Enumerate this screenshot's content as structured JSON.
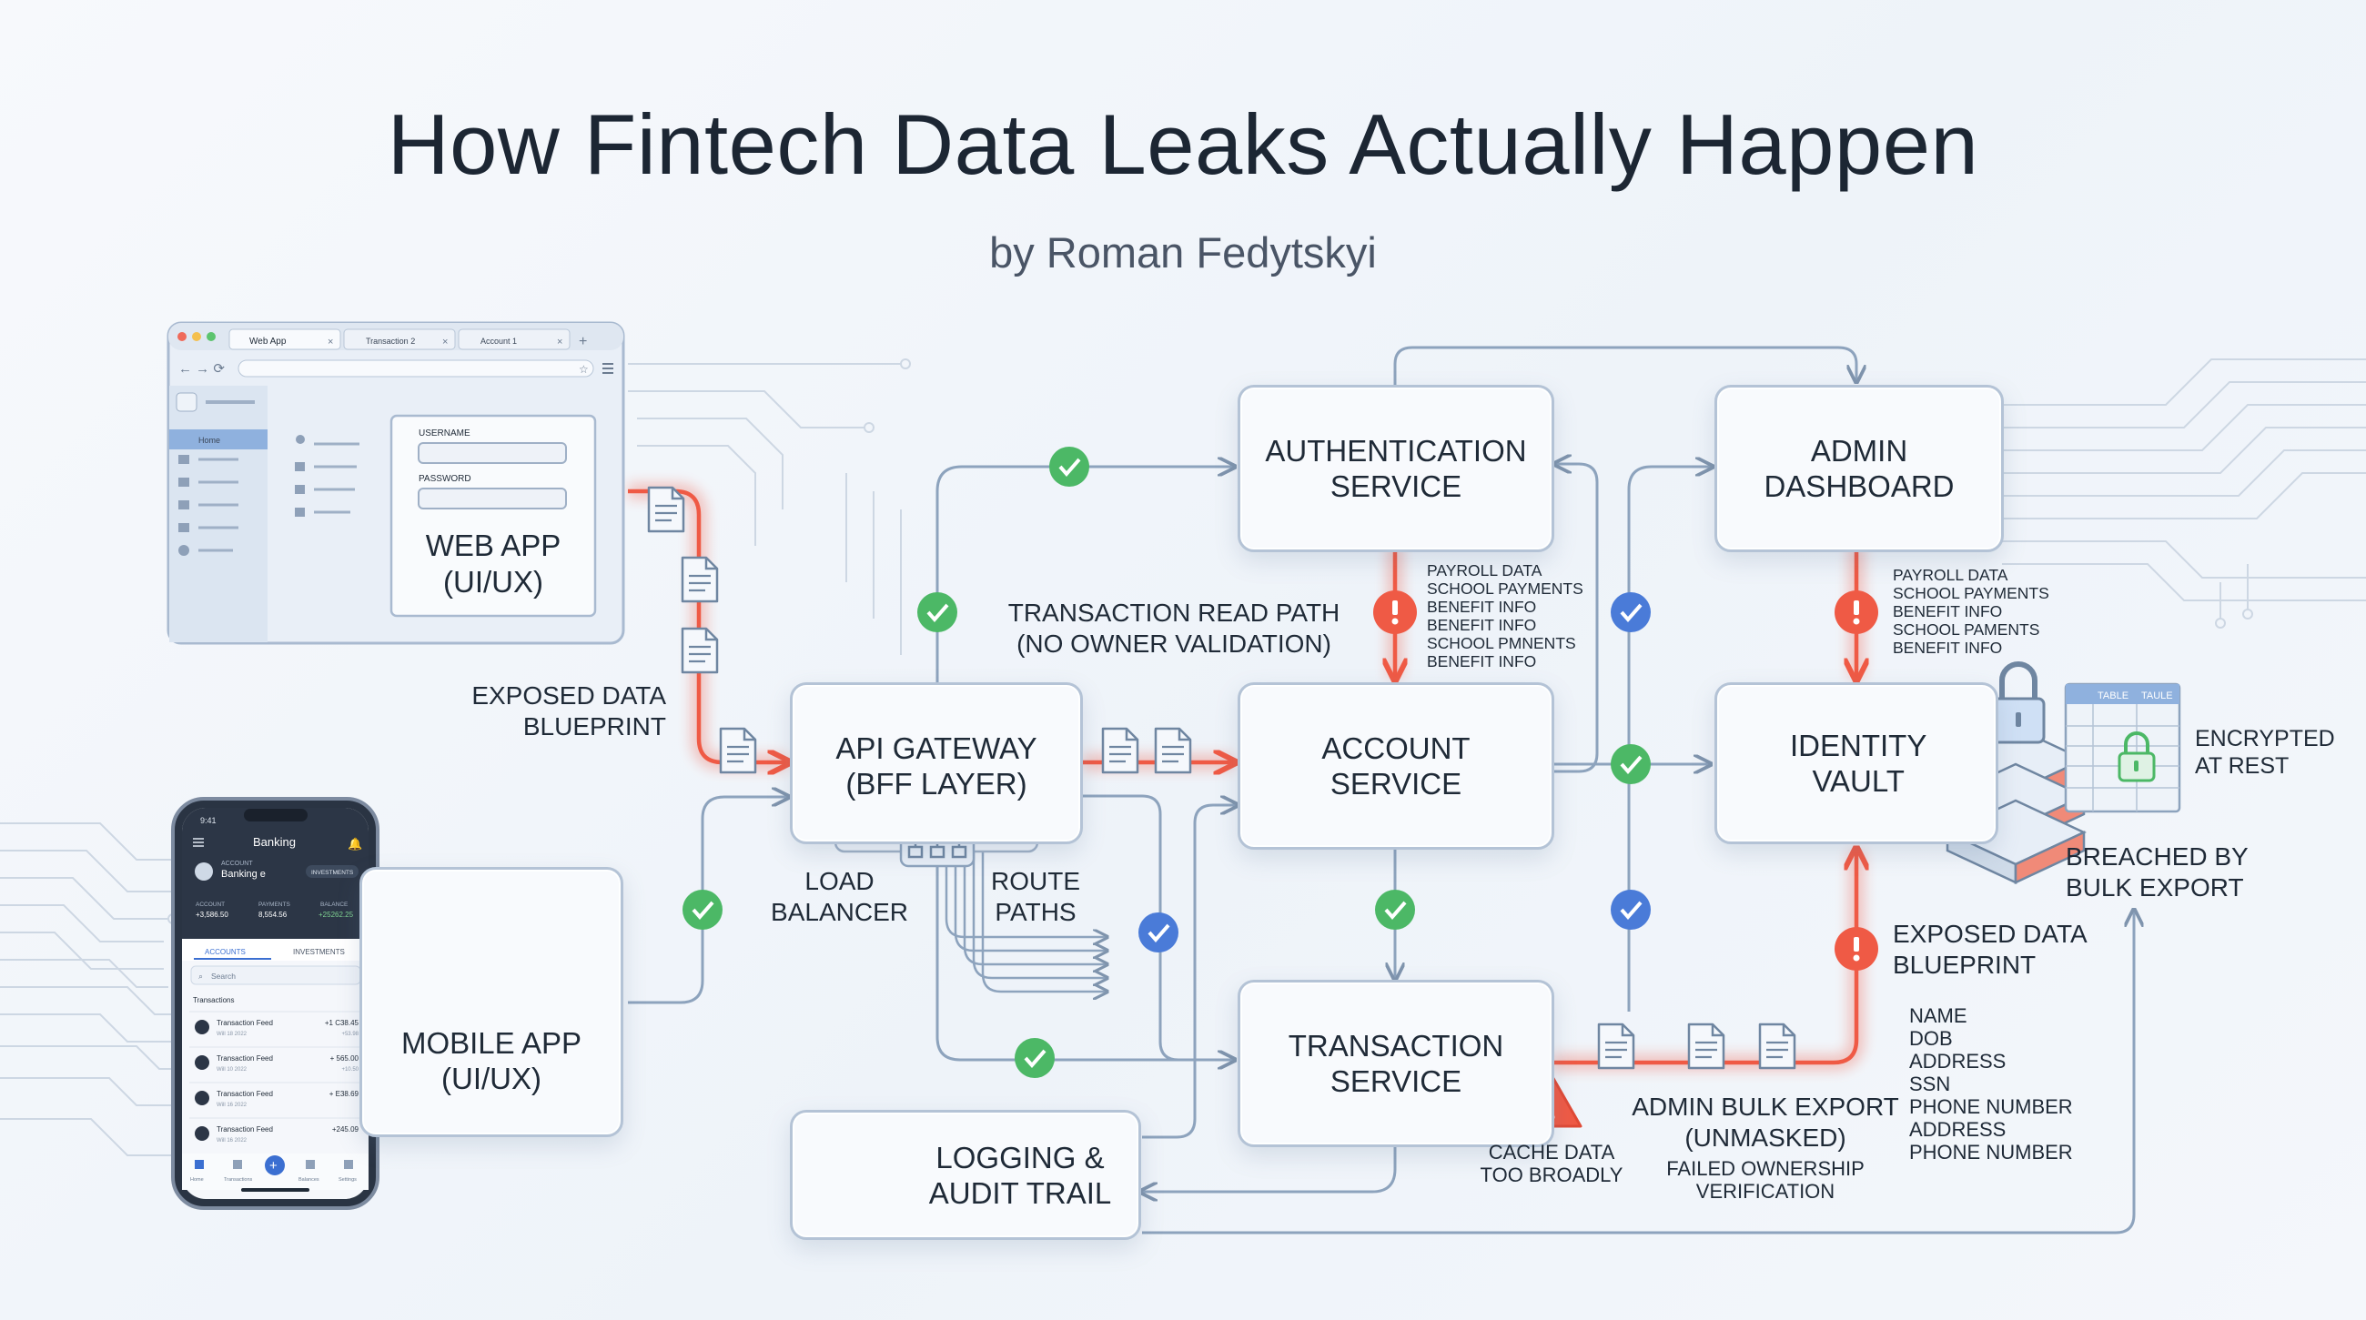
{
  "header": {
    "title": "How Fintech Data Leaks Actually Happen",
    "subtitle": "by Roman Fedytskyi"
  },
  "nodes": {
    "web_app": "WEB APP\n(UI/UX)",
    "mobile_app": "MOBILE APP\n(UI/UX)",
    "api_gateway": "API GATEWAY\n(BFF LAYER)",
    "auth_service": "AUTHENTICATION\nSERVICE",
    "account_service": "ACCOUNT\nSERVICE",
    "transaction_service": "TRANSACTION\nSERVICE",
    "logging": "LOGGING &\nAUDIT TRAIL",
    "admin_dashboard": "ADMIN\nDASHBOARD",
    "identity_vault": "IDENTITY\nVAULT"
  },
  "labels": {
    "exposed_blueprint_left": "EXPOSED DATA\nBLUEPRINT",
    "load_balancer": "LOAD\nBALANCER",
    "route_paths": "ROUTE\nPATHS",
    "transaction_read_path": "TRANSACTION READ PATH\n(NO OWNER VALIDATION)",
    "payroll_list_auth": "PAYROLL DATA\nSCHOOL PAYMENTS\nBENEFIT INFO\nBENEFIT INFO\nSCHOOL PMNENTS\nBENEFIT INFO",
    "payroll_list_admin": "PAYROLL DATA\nSCHOOL PAYMENTS\nBENEFIT INFO\nSCHOOL PAMENTS\nBENEFIT INFO",
    "encrypted_at_rest": "ENCRYPTED\nAT REST",
    "breached_by_bulk_export": "BREACHED BY\nBULK EXPORT",
    "exposed_blueprint_right": "EXPOSED DATA\nBLUEPRINT",
    "pii_list": "NAME\nDOB\nADDRESS\nSSN\nPHONE NUMBER\nADDRESS\nPHONE NUMBER",
    "cache_data": "CACHE DATA\nTOO BROADLY",
    "admin_bulk_export": "ADMIN BULK EXPORT\n(UNMASKED)",
    "failed_ownership": "FAILED OWNERSHIP\nVERIFICATION"
  },
  "browser": {
    "tabs": [
      "Web App",
      "Transaction 2",
      "Account 1"
    ],
    "sidebar_item": "Home",
    "username_label": "USERNAME",
    "password_label": "PASSWORD"
  },
  "phone": {
    "time": "9:41",
    "header": "Banking",
    "account_caption": "ACCOUNT",
    "account_name": "Banking e",
    "investments_chip": "INVESTMENTS",
    "stats": [
      {
        "label": "ACCOUNT",
        "value": "+3,586.50"
      },
      {
        "label": "PAYMENTS",
        "value": "8,554.56"
      },
      {
        "label": "BALANCE",
        "value": "+25262.25"
      }
    ],
    "tabs": [
      "ACCOUNTS",
      "INVESTMENTS"
    ],
    "search_placeholder": "Search",
    "section": "Transactions",
    "transactions": [
      {
        "name": "Transaction Feed",
        "meta": "Will 18 2022",
        "amount": "+1 C38.45",
        "sub": "+53.98"
      },
      {
        "name": "Transaction Feed",
        "meta": "Will 10 2022",
        "amount": "+ 565.00",
        "sub": "+10.50"
      },
      {
        "name": "Transaction Feed",
        "meta": "Will 16 2022",
        "amount": "+ E38.69",
        "sub": ""
      },
      {
        "name": "Transaction Feed",
        "meta": "Will 16 2022",
        "amount": "+245.09",
        "sub": ""
      }
    ],
    "nav": [
      "Home",
      "Transactions",
      "",
      "Balances",
      "Settings"
    ]
  },
  "vault_table": {
    "headers": [
      "TABLE",
      "TAULE"
    ]
  },
  "colors": {
    "leak_red": "#ef5a45",
    "check_green": "#4cb866",
    "check_blue": "#4a7bd8",
    "wire": "#8da3bd",
    "node_border": "#b4c3d6"
  }
}
